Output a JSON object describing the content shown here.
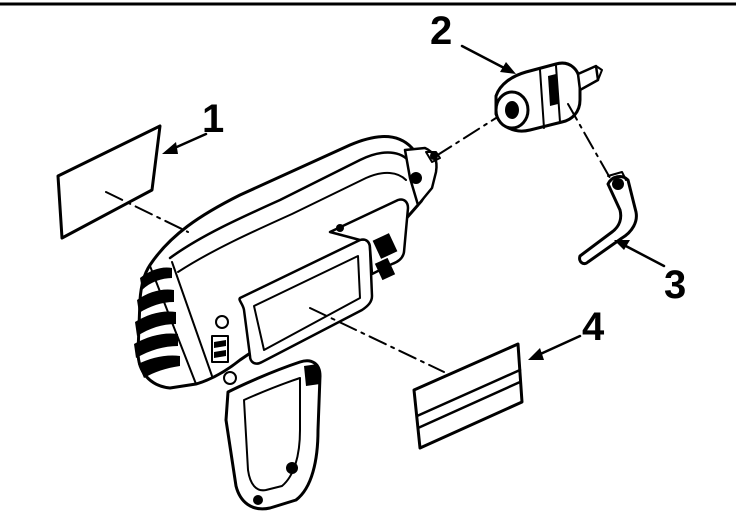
{
  "callouts": [
    {
      "number": "1"
    },
    {
      "number": "2"
    },
    {
      "number": "3"
    },
    {
      "number": "4"
    }
  ],
  "colors": {
    "ink": "#000000",
    "paper": "#ffffff"
  }
}
